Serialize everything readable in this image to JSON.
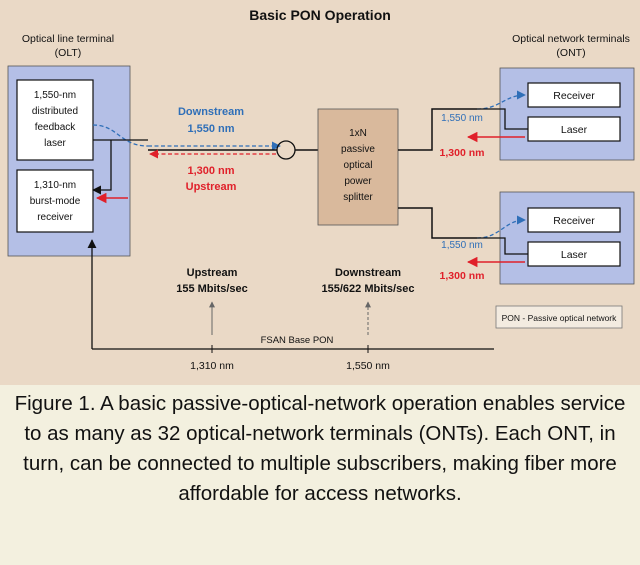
{
  "diagram": {
    "title": "Basic PON Operation",
    "olt": {
      "heading_line1": "Optical line terminal",
      "heading_line2": "(OLT)",
      "laser_box": [
        "1,550-nm",
        "distributed",
        "feedback",
        "laser"
      ],
      "receiver_box": [
        "1,310-nm",
        "burst-mode",
        "receiver"
      ]
    },
    "ont": {
      "heading_line1": "Optical network terminals",
      "heading_line2": "(ONT)",
      "units": [
        {
          "receiver_label": "Receiver",
          "laser_label": "Laser",
          "downstream_wavelength": "1,550 nm",
          "upstream_wavelength": "1,300 nm"
        },
        {
          "receiver_label": "Receiver",
          "laser_label": "Laser",
          "downstream_wavelength": "1,550 nm",
          "upstream_wavelength": "1,300 nm"
        }
      ]
    },
    "link": {
      "downstream_label": "Downstream",
      "downstream_wavelength": "1,550 nm",
      "upstream_wavelength": "1,300 nm",
      "upstream_label": "Upstream"
    },
    "splitter": [
      "1xN",
      "passive",
      "optical",
      "power",
      "splitter"
    ],
    "rates": {
      "upstream_label": "Upstream",
      "upstream_rate": "155 Mbits/sec",
      "downstream_label": "Downstream",
      "downstream_rate": "155/622 Mbits/sec"
    },
    "legend": "PON - Passive optical network",
    "baseline": {
      "label": "FSAN Base PON",
      "wavelength_left": "1,310 nm",
      "wavelength_right": "1,550 nm"
    },
    "colors": {
      "background": "#ead9c6",
      "panel": "#b4bfe6",
      "box": "#ffffff",
      "downstream": "#2f6fb8",
      "upstream": "#e0202a",
      "line": "#111111"
    }
  },
  "caption": "Figure 1. A basic passive-optical-network operation enables service to as many as 32 optical-network terminals (ONTs). Each ONT, in turn, can be connected to multiple subscribers, making fiber more affordable for access networks."
}
